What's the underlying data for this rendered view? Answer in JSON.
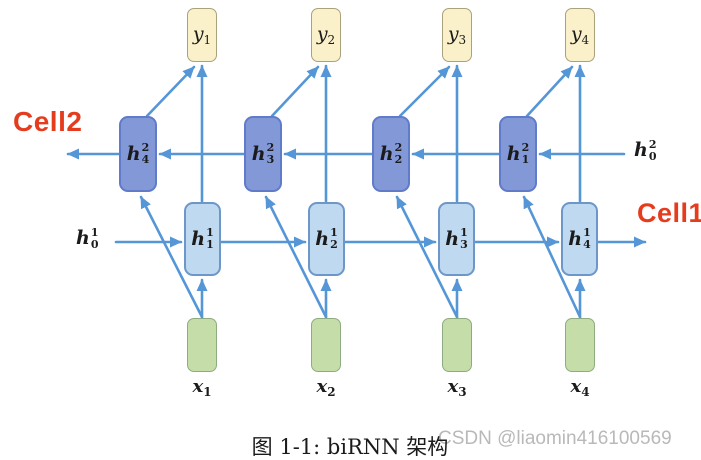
{
  "title": "biRNN architecture diagram",
  "colors": {
    "bg": "#ffffff",
    "arrow": "#5596d7",
    "y-fill": "#faf0c9",
    "y-border": "#a9a27d",
    "h2-fill": "#8398d7",
    "h2-border": "#5f7bc9",
    "h1-fill": "#bed9f0",
    "h1-border": "#6d97c8",
    "x-fill": "#c4dda9",
    "x-border": "#8fac80",
    "accent-red": "#e63c1e",
    "text": "#1b1b1b",
    "watermark": "#b9b9b9"
  },
  "cell_labels": {
    "backward": "Cell2",
    "forward": "Cell1"
  },
  "initial_states": {
    "forward": {
      "base": "h",
      "sup": "1",
      "sub": "0"
    },
    "backward": {
      "base": "h",
      "sup": "2",
      "sub": "0"
    }
  },
  "y_nodes": [
    {
      "base": "y",
      "sub": "1"
    },
    {
      "base": "y",
      "sub": "2"
    },
    {
      "base": "y",
      "sub": "3"
    },
    {
      "base": "y",
      "sub": "4"
    }
  ],
  "h2_nodes": [
    {
      "base": "h",
      "sup": "2",
      "sub": "4"
    },
    {
      "base": "h",
      "sup": "2",
      "sub": "3"
    },
    {
      "base": "h",
      "sup": "2",
      "sub": "2"
    },
    {
      "base": "h",
      "sup": "2",
      "sub": "1"
    }
  ],
  "h1_nodes": [
    {
      "base": "h",
      "sup": "1",
      "sub": "1"
    },
    {
      "base": "h",
      "sup": "1",
      "sub": "2"
    },
    {
      "base": "h",
      "sup": "1",
      "sub": "3"
    },
    {
      "base": "h",
      "sup": "1",
      "sub": "4"
    }
  ],
  "x_labels": [
    {
      "base": "x",
      "sub": "1"
    },
    {
      "base": "x",
      "sub": "2"
    },
    {
      "base": "x",
      "sub": "3"
    },
    {
      "base": "x",
      "sub": "4"
    }
  ],
  "caption": "图 1-1: biRNN 架构",
  "watermark": "CSDN @liaomin416100569"
}
